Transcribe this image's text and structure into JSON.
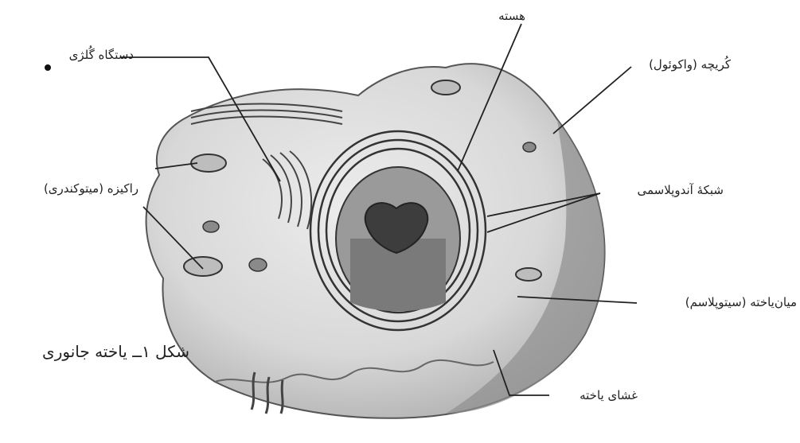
{
  "labels": {
    "golgi": "دستگاه گُلژی",
    "nucleus": "هسته",
    "vacuole": "کُریچه (واکوئول)",
    "mitochondria": "راکیزه (میتوکندری)",
    "er": "شبکهٔ آندوپلاسمی",
    "cytoplasm": "میان‌یاخته (سیتوپلاسم)",
    "membrane": "غشای یاخته"
  },
  "caption": "شکل ۱ــ یاخته جانوری"
}
